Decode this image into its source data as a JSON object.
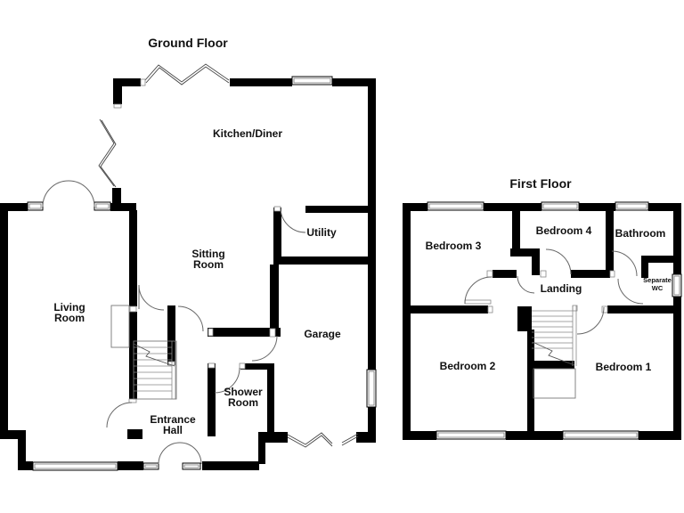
{
  "ground_floor": {
    "title": "Ground Floor",
    "rooms": {
      "kitchen_diner": "Kitchen/Diner",
      "utility": "Utility",
      "sitting_line1": "Sitting",
      "sitting_line2": "Room",
      "living_line1": "Living",
      "living_line2": "Room",
      "garage": "Garage",
      "shower_line1": "Shower",
      "shower_line2": "Room",
      "hall_line1": "Entrance",
      "hall_line2": "Hall"
    }
  },
  "first_floor": {
    "title": "First Floor",
    "rooms": {
      "bedroom3": "Bedroom 3",
      "bedroom4": "Bedroom 4",
      "bathroom": "Bathroom",
      "landing": "Landing",
      "wc_line1": "Separate",
      "wc_line2": "WC",
      "bedroom2": "Bedroom 2",
      "bedroom1": "Bedroom 1"
    }
  },
  "colors": {
    "wall": "#000000",
    "line": "#666666",
    "background": "#ffffff"
  }
}
